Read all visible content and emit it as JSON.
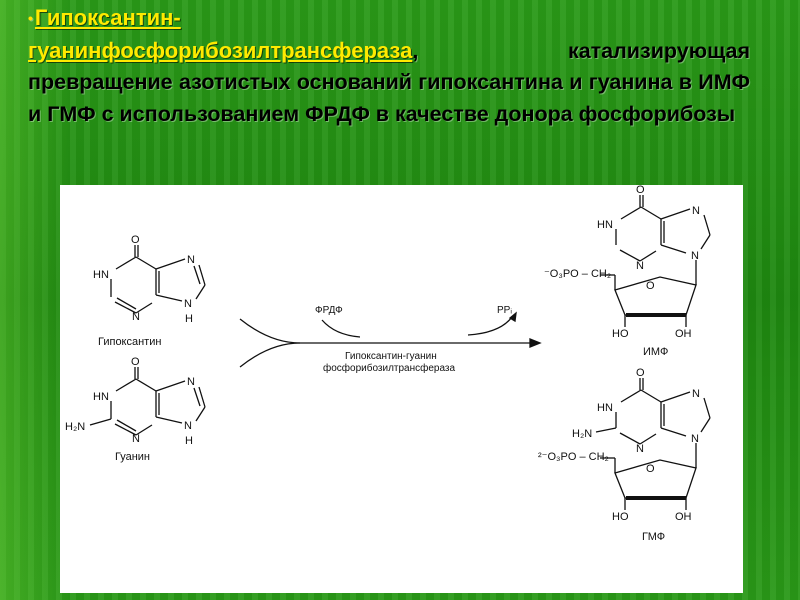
{
  "slide": {
    "bullet": "•",
    "term": "Гипоксантин-гуанинфосфорибозилтрансфераза",
    "term_line1": "Гипоксантин-",
    "term_line2": "гуанинфосфорибозилтрансфераза",
    "comma": ",",
    "description": "катализирующая превращение азотистых оснований гипоксантина и гуанина в ИМФ и ГМФ с использованием ФРДФ в качестве донора фосфорибозы"
  },
  "diagram": {
    "substrates": [
      "Гипоксантин",
      "Гуанин"
    ],
    "products": [
      "ИМФ",
      "ГМФ"
    ],
    "cofactor_in": "ФРДФ",
    "cofactor_out": "PPᵢ",
    "enzyme_line1": "Гипоксантин-гуанин",
    "enzyme_line2": "фосфорибозилтрансфераза",
    "atoms": {
      "O": "O",
      "N": "N",
      "HN": "HN",
      "H": "H",
      "H2N": "H₂N",
      "HO": "HO",
      "OH": "OH",
      "imp_phosphate": "⁻O₃PO – CH₂",
      "gmp_phosphate": "²⁻O₃PO – CH₂"
    }
  },
  "colors": {
    "background": "#1f8a12",
    "term": "#ffea00",
    "text": "#000000",
    "panel": "#ffffff"
  }
}
